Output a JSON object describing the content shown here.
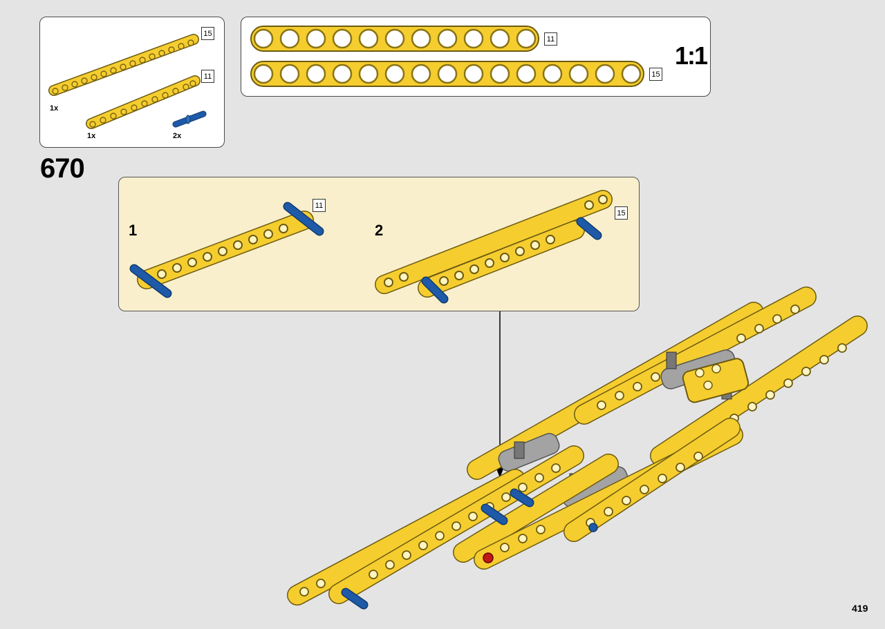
{
  "parts_list": {
    "items": [
      {
        "name": "beam-15",
        "length_label": "15",
        "quantity": "1x",
        "color": "#f5cd2f"
      },
      {
        "name": "beam-11",
        "length_label": "11",
        "quantity": "1x",
        "color": "#f5cd2f"
      },
      {
        "name": "blue-axle-pin",
        "quantity": "2x",
        "color": "#1e5aa8"
      }
    ]
  },
  "scale_guide": {
    "scale_label": "1:1",
    "beams": [
      {
        "length_label": "11",
        "holes": 11
      },
      {
        "length_label": "15",
        "holes": 15
      }
    ]
  },
  "step": {
    "number": "670"
  },
  "sub_steps": [
    {
      "number": "1",
      "beam_label": "11"
    },
    {
      "number": "2",
      "beam_label": "15"
    }
  ],
  "colors": {
    "beam_yellow": "#f5cd2f",
    "beam_outline": "#6b5a10",
    "pin_blue": "#1e5aa8",
    "connector_gray": "#a3a3a3",
    "page_background": "#e4e4e4",
    "subpanel_background": "#f9efcc"
  },
  "page": {
    "number": "419"
  }
}
